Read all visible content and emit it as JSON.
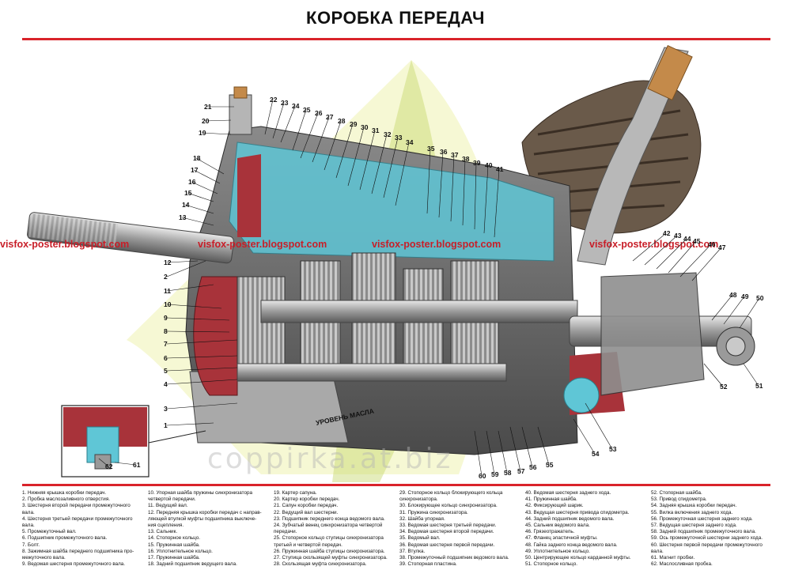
{
  "title": "КОРОБКА ПЕРЕДАЧ",
  "watermark": "visfox-poster.blogspot.com",
  "big_watermark": "coppirka.at.biz",
  "sump_label": "УРОВЕНЬ МАСЛА",
  "colors": {
    "accent_red": "#d9232a",
    "steel_blue": "#5fc6d6",
    "rubber": "#5a4a3c",
    "case_red": "#a8333a"
  },
  "callouts": [
    "1",
    "2",
    "3",
    "4",
    "5",
    "6",
    "7",
    "8",
    "9",
    "10",
    "11",
    "12",
    "13",
    "14",
    "15",
    "16",
    "17",
    "18",
    "19",
    "20",
    "21",
    "22",
    "23",
    "24",
    "25",
    "26",
    "27",
    "28",
    "29",
    "30",
    "31",
    "32",
    "33",
    "34",
    "35",
    "36",
    "37",
    "38",
    "39",
    "40",
    "41",
    "42",
    "43",
    "44",
    "45",
    "46",
    "47",
    "48",
    "49",
    "50",
    "51",
    "52",
    "53",
    "54",
    "55",
    "56",
    "57",
    "58",
    "59",
    "60",
    "61",
    "62"
  ],
  "legend": [
    [
      "1. Нижняя крышка коробки передач.",
      "2. Пробка маслозаливного отверстия.",
      "3. Шестерня второй передачи промежуточного",
      "вала.",
      "4. Шестерня третьей передачи промежуточного",
      "вала.",
      "5. Промежуточный вал.",
      "6. Подшипник промежуточного вала.",
      "7. Болт.",
      "8. Зажимная шайба переднего подшипника про-",
      "межуточного вала.",
      "9. Ведомая шестерня промежуточного вала."
    ],
    [
      "10. Упорная шайба пружины синхронизатора",
      "четвертой передачи.",
      "11. Ведущий вал.",
      "12. Передняя крышка коробки передач с направ-",
      "ляющей втулкой муфты подшипника выключе-",
      "ния сцепления.",
      "13. Сальник.",
      "14. Стопорное кольцо.",
      "15. Пружинная шайба.",
      "16. Уплотнительное кольцо.",
      "17. Пружинная шайба.",
      "18. Задний подшипник ведущего вала."
    ],
    [
      "19. Картер сапуна.",
      "20. Картер коробки передач.",
      "21. Сапун коробки передач.",
      "22. Ведущий вал шестерни.",
      "23. Подшипник переднего конца ведомого вала.",
      "24. Зубчатый венец синхронизатора четвертой",
      "передачи.",
      "25. Стопорное кольцо ступицы синхронизатора",
      "третьей и четвертой передач.",
      "26. Пружинная шайба ступицы синхронизатора.",
      "27. Ступица скользящей муфты синхронизатора.",
      "28. Скользящая муфта синхронизатора."
    ],
    [
      "29. Стопорное кольцо блокирующего кольца",
      "синхронизатора.",
      "30. Блокирующее кольцо синхронизатора.",
      "31. Пружина синхронизатора.",
      "32. Шайба упорная.",
      "33. Ведомая шестерня третьей передачи.",
      "34. Ведомая шестерня второй передачи.",
      "35. Ведомый вал.",
      "36. Ведомая шестерня первой передачи.",
      "37. Втулка.",
      "38. Промежуточный подшипник ведомого вала.",
      "39. Стопорная пластина."
    ],
    [
      "40. Ведомая шестерня заднего хода.",
      "41. Пружинная шайба.",
      "42. Фиксирующий шарик.",
      "43. Ведущая шестерня привода спидометра.",
      "44. Задний подшипник ведомого вала.",
      "45. Сальник ведомого вала.",
      "46. Грязеотражатель.",
      "47. Фланец эластичной муфты.",
      "48. Гайка заднего конца ведомого вала.",
      "49. Уплотнительное кольцо.",
      "50. Центрирующее кольцо карданной муфты.",
      "51. Стопорное кольцо."
    ],
    [
      "52. Стопорная шайба.",
      "53. Привод спидометра.",
      "54. Задняя крышка коробки передач.",
      "55. Вилка включения заднего хода.",
      "56. Промежуточная шестерня заднего хода.",
      "57. Ведущая шестерня заднего хода.",
      "58. Задний подшипник промежуточного вала.",
      "59. Ось промежуточной шестерни заднего хода.",
      "60. Шестерня первой передачи промежуточного",
      "вала.",
      "61. Магнит пробки.",
      "62. Маслосливная пробка."
    ]
  ]
}
